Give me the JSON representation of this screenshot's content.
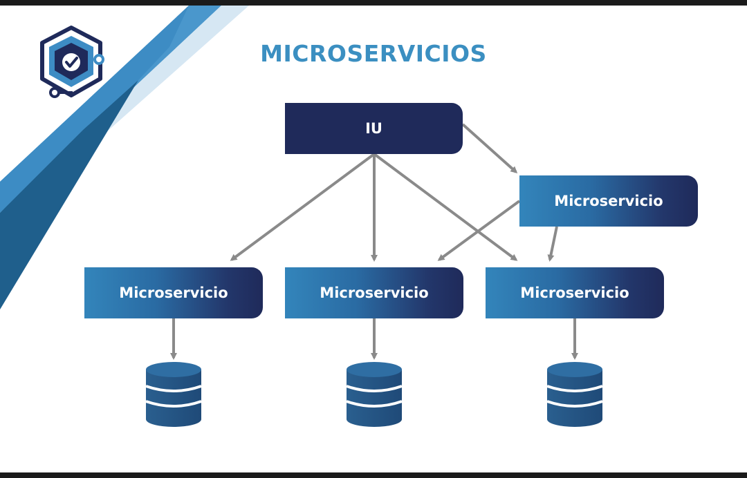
{
  "diagram": {
    "title": "MICROSERVICIOS",
    "nodes": {
      "ui": {
        "label": "IU"
      },
      "service_right": {
        "label": "Microservicio"
      },
      "service_1": {
        "label": "Microservicio"
      },
      "service_2": {
        "label": "Microservicio"
      },
      "service_3": {
        "label": "Microservicio"
      }
    },
    "databases": [
      "database-1",
      "database-2",
      "database-3"
    ],
    "edges": [
      {
        "from": "ui",
        "to": "service_right"
      },
      {
        "from": "ui",
        "to": "service_1"
      },
      {
        "from": "ui",
        "to": "service_2"
      },
      {
        "from": "ui",
        "to": "service_3"
      },
      {
        "from": "service_right",
        "to": "service_2"
      },
      {
        "from": "service_right",
        "to": "service_3"
      },
      {
        "from": "service_1",
        "to": "database-1"
      },
      {
        "from": "service_2",
        "to": "database-2"
      },
      {
        "from": "service_3",
        "to": "database-3"
      }
    ]
  },
  "colors": {
    "title": "#3b8fc1",
    "node_dark": "#1f2a5a",
    "node_light": "#3385bb",
    "arrow": "#8a8a8a",
    "database": "#2a5f8f",
    "banner_light": "#3d8cc4",
    "banner_dark": "#1f5f8c"
  },
  "logo": {
    "icon": "shield-check-icon"
  }
}
